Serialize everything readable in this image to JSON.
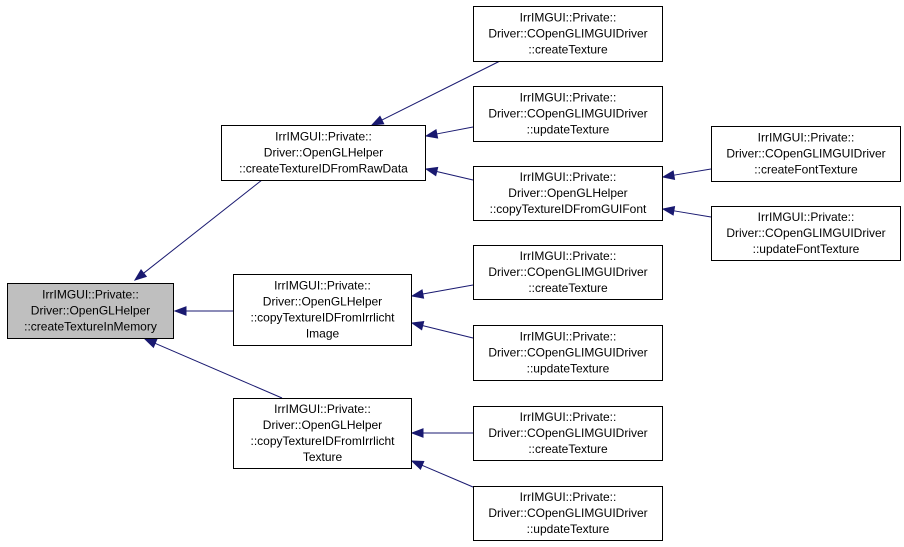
{
  "diagram": {
    "type": "doxygen-caller-graph",
    "colors": {
      "edge": "#191970",
      "root_fill": "#bfbfbf",
      "node_fill": "#ffffff",
      "border": "#000000"
    },
    "nodes": [
      {
        "id": "root",
        "root": true,
        "lines": [
          "IrrIMGUI::Private::",
          "Driver::OpenGLHelper",
          "::createTextureInMemory"
        ]
      },
      {
        "id": "rawdata",
        "lines": [
          "IrrIMGUI::Private::",
          "Driver::OpenGLHelper",
          "::createTextureIDFromRawData"
        ]
      },
      {
        "id": "irrimage",
        "lines": [
          "IrrIMGUI::Private::",
          "Driver::OpenGLHelper",
          "::copyTextureIDFromIrrlicht",
          "Image"
        ]
      },
      {
        "id": "irrtexture",
        "lines": [
          "IrrIMGUI::Private::",
          "Driver::OpenGLHelper",
          "::copyTextureIDFromIrrlicht",
          "Texture"
        ]
      },
      {
        "id": "ct1",
        "lines": [
          "IrrIMGUI::Private::",
          "Driver::COpenGLIMGUIDriver",
          "::createTexture"
        ]
      },
      {
        "id": "ut1",
        "lines": [
          "IrrIMGUI::Private::",
          "Driver::COpenGLIMGUIDriver",
          "::updateTexture"
        ]
      },
      {
        "id": "guifont",
        "lines": [
          "IrrIMGUI::Private::",
          "Driver::OpenGLHelper",
          "::copyTextureIDFromGUIFont"
        ]
      },
      {
        "id": "cft",
        "lines": [
          "IrrIMGUI::Private::",
          "Driver::COpenGLIMGUIDriver",
          "::createFontTexture"
        ]
      },
      {
        "id": "uft",
        "lines": [
          "IrrIMGUI::Private::",
          "Driver::COpenGLIMGUIDriver",
          "::updateFontTexture"
        ]
      },
      {
        "id": "ct2",
        "lines": [
          "IrrIMGUI::Private::",
          "Driver::COpenGLIMGUIDriver",
          "::createTexture"
        ]
      },
      {
        "id": "ut2",
        "lines": [
          "IrrIMGUI::Private::",
          "Driver::COpenGLIMGUIDriver",
          "::updateTexture"
        ]
      },
      {
        "id": "ct3",
        "lines": [
          "IrrIMGUI::Private::",
          "Driver::COpenGLIMGUIDriver",
          "::createTexture"
        ]
      },
      {
        "id": "ut3",
        "lines": [
          "IrrIMGUI::Private::",
          "Driver::COpenGLIMGUIDriver",
          "::updateTexture"
        ]
      }
    ],
    "edges": [
      {
        "from": "rawdata",
        "to": "root"
      },
      {
        "from": "irrimage",
        "to": "root"
      },
      {
        "from": "irrtexture",
        "to": "root"
      },
      {
        "from": "ct1",
        "to": "rawdata"
      },
      {
        "from": "ut1",
        "to": "rawdata"
      },
      {
        "from": "guifont",
        "to": "rawdata"
      },
      {
        "from": "cft",
        "to": "guifont"
      },
      {
        "from": "uft",
        "to": "guifont"
      },
      {
        "from": "ct2",
        "to": "irrimage"
      },
      {
        "from": "ut2",
        "to": "irrimage"
      },
      {
        "from": "ct3",
        "to": "irrtexture"
      },
      {
        "from": "ut3",
        "to": "irrtexture"
      }
    ]
  }
}
